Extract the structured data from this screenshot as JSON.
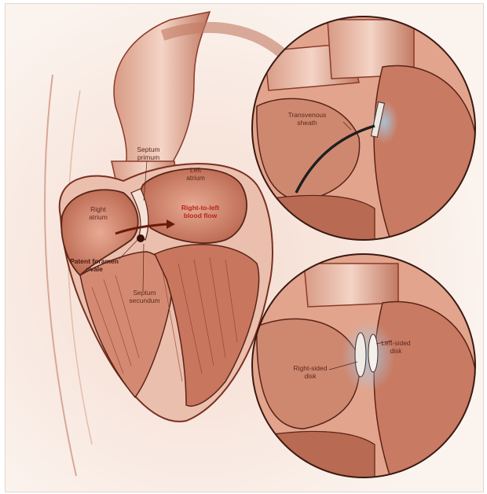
{
  "labels": {
    "septum_primum": "Septum\nprimum",
    "left_atrium": "Left\natrium",
    "right_atrium": "Right\natrium",
    "right_to_left_flow": "Right-to-left\nblood flow",
    "patent_foramen_ovale": "Patent foramen\novale",
    "septum_secundum": "Septum\nsecundum",
    "transvenous_sheath": "Transvenous\nsheath",
    "left_sided_disk": "Left-sided\ndisk",
    "right_sided_disk": "Right-sided\ndisk"
  },
  "colors": {
    "tissue": "#e8b4a0",
    "tissue_dark": "#b8644c",
    "chamber": "#c97e66",
    "outline": "#5a2418",
    "highlight": "#a8c8e0",
    "background": "#fbf3ee"
  }
}
